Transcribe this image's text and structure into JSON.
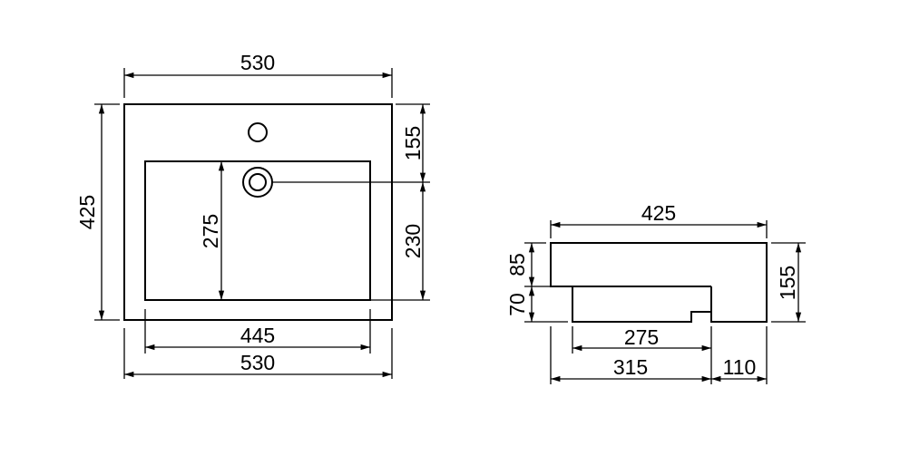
{
  "top_view": {
    "width_top": "530",
    "depth": "425",
    "tap_offset": "155",
    "bowl_depth": "275",
    "drain_offset": "230",
    "bowl_width": "445",
    "width_bottom": "530"
  },
  "side_view": {
    "depth": "425",
    "top_thickness": "85",
    "bowl_height": "70",
    "total_height": "155",
    "bowl_length": "275",
    "front_length": "315",
    "rear_length": "110"
  }
}
